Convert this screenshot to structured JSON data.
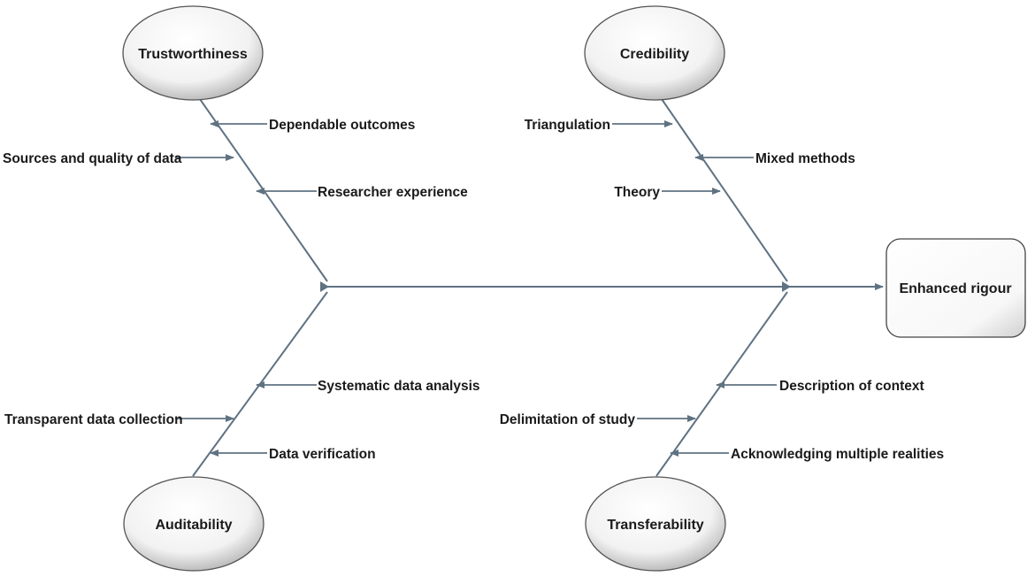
{
  "effect": {
    "label": "Enhanced rigour"
  },
  "categories": {
    "trustworthiness": {
      "label": "Trustworthiness",
      "causes": [
        "Dependable outcomes",
        "Sources and quality  of data",
        "Researcher experience"
      ]
    },
    "credibility": {
      "label": "Credibility",
      "causes": [
        "Triangulation",
        "Mixed methods",
        "Theory"
      ]
    },
    "auditability": {
      "label": "Auditability",
      "causes": [
        "Systematic data analysis",
        "Transparent data collection",
        "Data verification"
      ]
    },
    "transferability": {
      "label": "Transferability",
      "causes": [
        "Description of context",
        "Delimitation of study",
        "Acknowledging multiple realities"
      ]
    }
  },
  "colors": {
    "line": "#5f7282",
    "text": "#1a1a1a",
    "node_fill_light": "#ffffff",
    "node_fill_dark": "#c8c8c8"
  }
}
